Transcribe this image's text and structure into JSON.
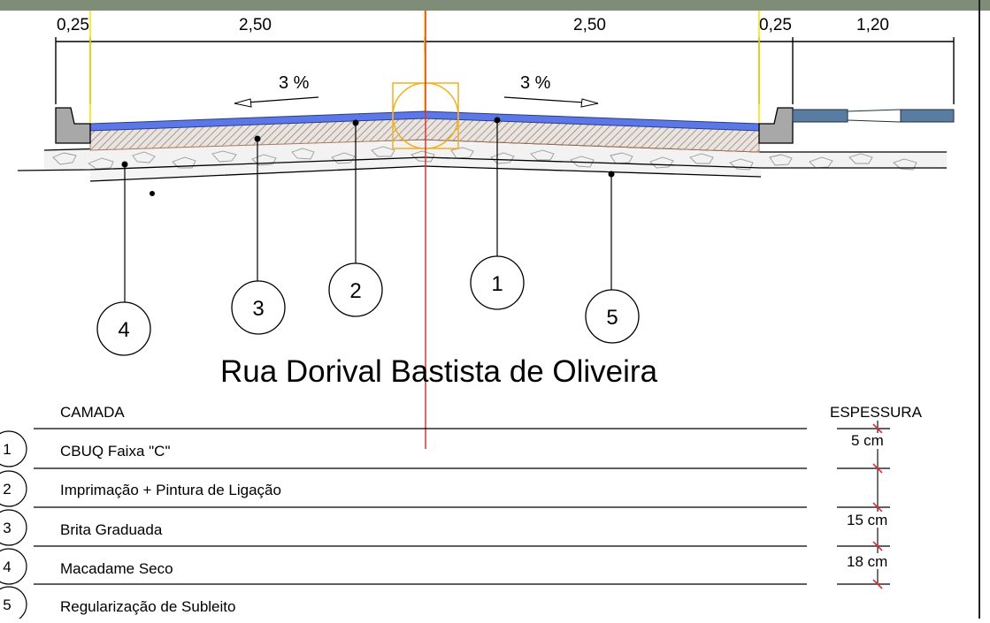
{
  "colors": {
    "asphalt": "#5b78e6",
    "base_hatch": "#c8a08c",
    "axis_line": "#e53030",
    "guide_line": "#f2e600",
    "manhole": "#f0b020",
    "curb": "#a8a8a8",
    "sidewalk": "#5a7ca0"
  },
  "dimensions": {
    "d1": "0,25",
    "d2": "2,50",
    "d3": "2,50",
    "d4": "0,25",
    "d5": "1,20"
  },
  "slopes": {
    "left": "3 %",
    "right": "3 %"
  },
  "callouts": {
    "c1": "1",
    "c2": "2",
    "c3": "3",
    "c4": "4",
    "c5": "5"
  },
  "title": "Rua Dorival Bastista de Oliveira",
  "table": {
    "header_layer": "CAMADA",
    "header_thickness": "ESPESSURA",
    "rows": [
      {
        "num": "1",
        "label": "CBUQ Faixa \"C\""
      },
      {
        "num": "2",
        "label": "Imprimação + Pintura de Ligação"
      },
      {
        "num": "3",
        "label": "Brita Graduada"
      },
      {
        "num": "4",
        "label": "Macadame Seco"
      },
      {
        "num": "5",
        "label": "Regularização de Subleito"
      }
    ],
    "thicknesses": [
      "5 cm",
      "15 cm",
      "18 cm"
    ]
  }
}
